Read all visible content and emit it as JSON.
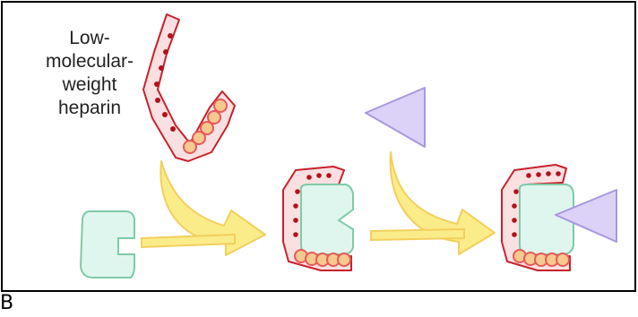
{
  "diagram": {
    "label_lines": [
      "Low-",
      "molecular-",
      "weight",
      "heparin"
    ],
    "corner_mark": "B"
  },
  "colors": {
    "heparin_fill": "#fbe0e2",
    "heparin_stroke": "#c8222b",
    "heparin_dot": "#b3121c",
    "bead_fill": "#f8c98e",
    "bead_ring": "#e65a5a",
    "antithrombin_fill": "#dff6ee",
    "antithrombin_stroke": "#7fc9a8",
    "factor_fill": "#dcd2f8",
    "factor_stroke": "#a898e0",
    "arrow_fill": "#fbec8a",
    "arrow_stroke": "#f2cf5d"
  }
}
